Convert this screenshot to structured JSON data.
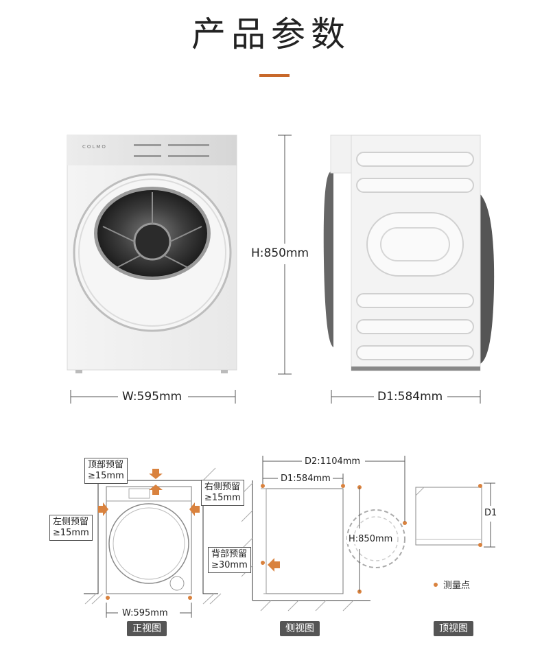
{
  "title": "产品参数",
  "colors": {
    "accent": "#c8682a",
    "measure_point": "#d9823e",
    "dimension_line": "#555555",
    "tag_bg": "#555555"
  },
  "product": {
    "brand": "COLMO",
    "height_label": "H:850mm",
    "width_label": "W:595mm",
    "depth_label": "D1:584mm"
  },
  "diagrams": {
    "front": {
      "top_clearance": [
        "顶部预留",
        "≥15mm"
      ],
      "right_clearance": [
        "右侧预留",
        "≥15mm"
      ],
      "left_clearance": [
        "左侧预留",
        "≥15mm"
      ],
      "width_label": "W:595mm",
      "view_name": "正视图"
    },
    "side": {
      "d2_label": "D2:1104mm",
      "d1_label": "D1:584mm",
      "height_label": "H:850mm",
      "back_clearance": [
        "背部预留",
        "≥30mm"
      ],
      "view_name": "侧视图"
    },
    "top": {
      "d1_label": "D1",
      "view_name": "顶视图"
    }
  },
  "legend": {
    "measure_point": "测量点"
  }
}
